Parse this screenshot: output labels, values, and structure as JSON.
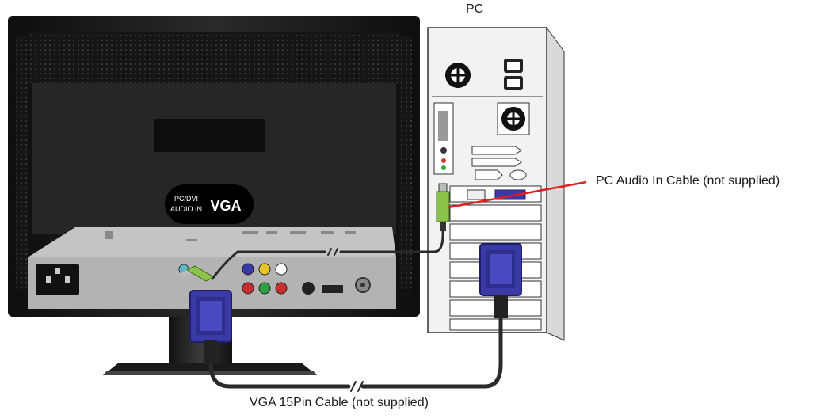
{
  "labels": {
    "pc": "PC",
    "audio_cable": "PC Audio In Cable (not supplied)",
    "vga_cable": "VGA 15Pin Cable (not supplied)"
  },
  "monitor": {
    "badge_left_line1": "PC/DVI",
    "badge_left_line2": "AUDIO IN",
    "badge_right": "VGA"
  },
  "colors": {
    "monitor_body": "#1b1b1b",
    "panel": "#c9c9c9",
    "pc_case": "#efefef",
    "vga_connector": "#3a3aa6",
    "audio_plug": "#8bc34a",
    "pointer_line": "#e01e1e",
    "cable": "#2a2a2a"
  }
}
